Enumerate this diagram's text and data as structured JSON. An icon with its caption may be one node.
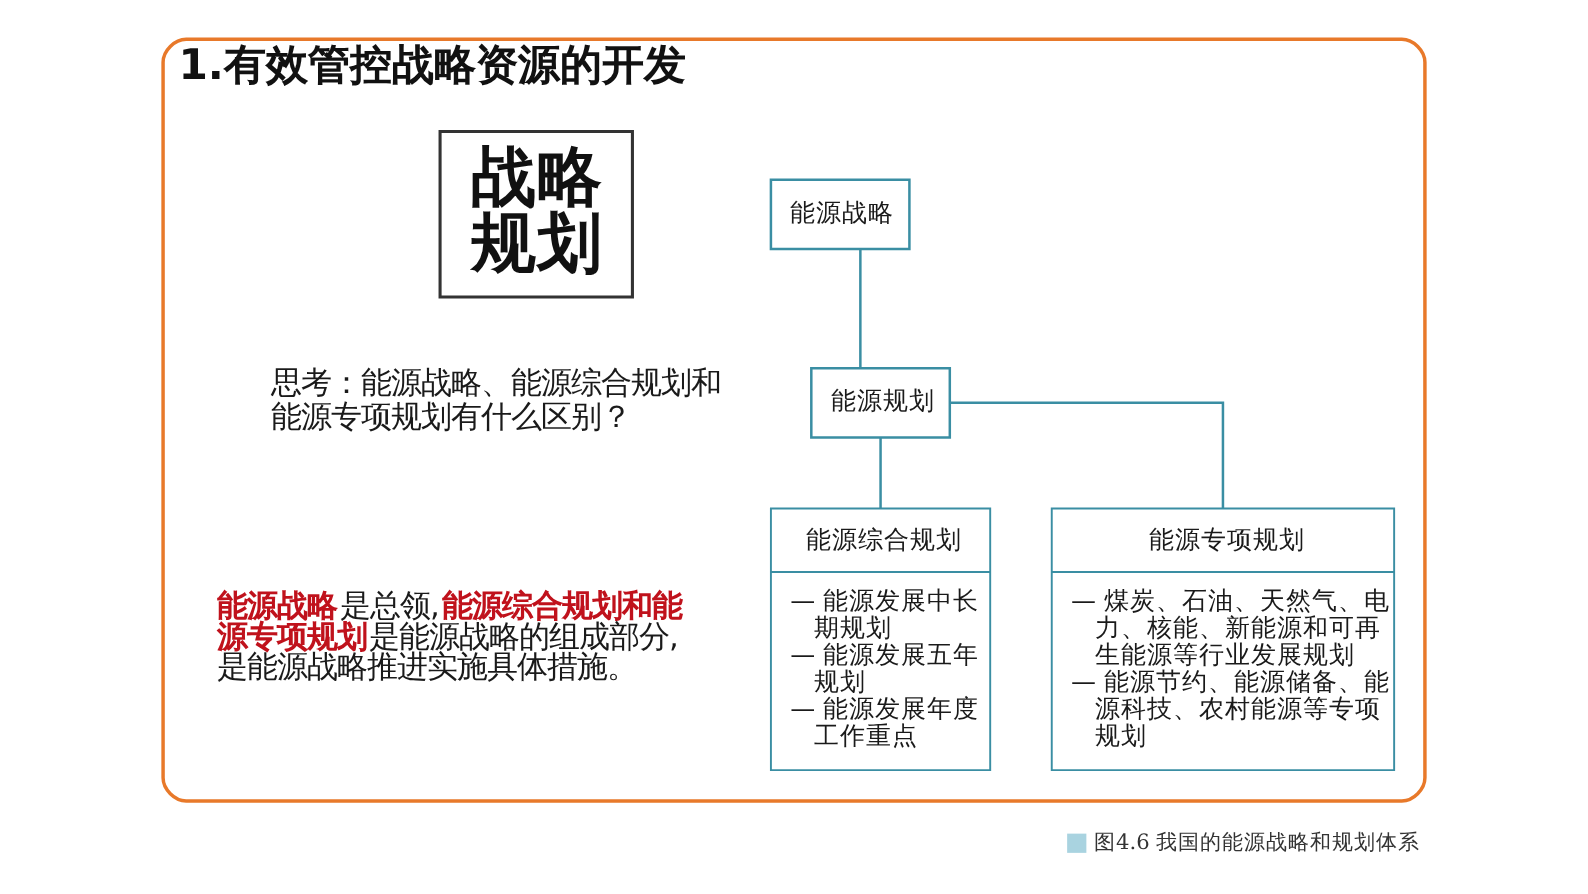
{
  "diagram": {
    "caption": "图4.6 我国的能源战略和规划体系",
    "nodes": [
      {
        "text": [
          "1.有效管控战略资源的开发"
        ]
      },
      {
        "text": [
          "战略规划"
        ],
        "in": 0
      },
      {
        "text": [
          "能源战略"
        ],
        "in": 0
      },
      {
        "text": [
          "能源规划"
        ],
        "in": 0
      },
      {
        "text": [
          "能源综合规划",
          "— 能源发展中长期规划",
          "— 能源发展五年规划",
          "— 能源发展年度工作重点"
        ],
        "in": 0
      },
      {
        "text": [
          "能源专项规划",
          "— 煤炭、石油、天然气、电力、核能、新能源和可再生能源等行业发展规划",
          "— 能源节约、能源储备、能源科技、农村能源等专项规划"
        ],
        "in": 0
      }
    ],
    "edges": [
      {
        "from": 2,
        "to": 3,
        "arrow": "none"
      },
      {
        "from": 3,
        "to": 4,
        "arrow": "none"
      },
      {
        "from": 3,
        "to": 5,
        "arrow": "none"
      }
    ],
    "labels": [
      "思考：能源战略、能源综合规划和能源专项规划有什么区别？",
      "**能源战略**是总领,**能源综合规划和能源专项规划**是能源战略的组成部分,是能源战略推进实施具体措施。"
    ]
  }
}
